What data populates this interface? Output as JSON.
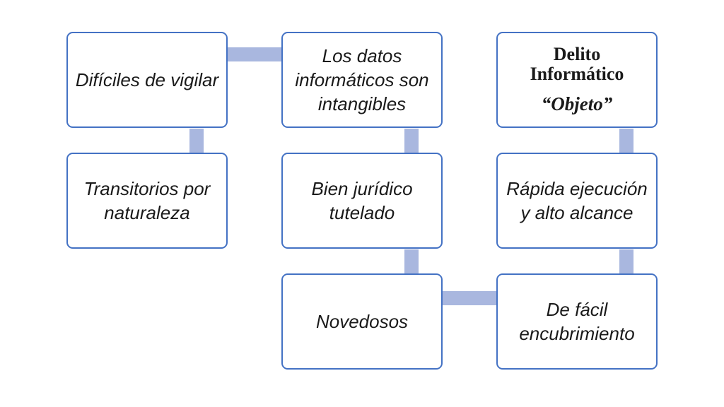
{
  "diagram": {
    "nodes": {
      "dificiles": "Difíciles de vigilar",
      "transitorios": "Transitorios por naturaleza",
      "datos": "Los datos informáticos son intangibles",
      "bien": "Bien jurídico tutelado",
      "novedosos": "Novedosos",
      "facil": "De fácil encubrimiento",
      "rapida": "Rápida ejecución y alto alcance",
      "delito_title": "Delito Informático",
      "delito_subtitle": "“Objeto”"
    },
    "colors": {
      "border": "#4472c4",
      "connector": "#a9b7df",
      "text": "#1a1a1a"
    }
  }
}
